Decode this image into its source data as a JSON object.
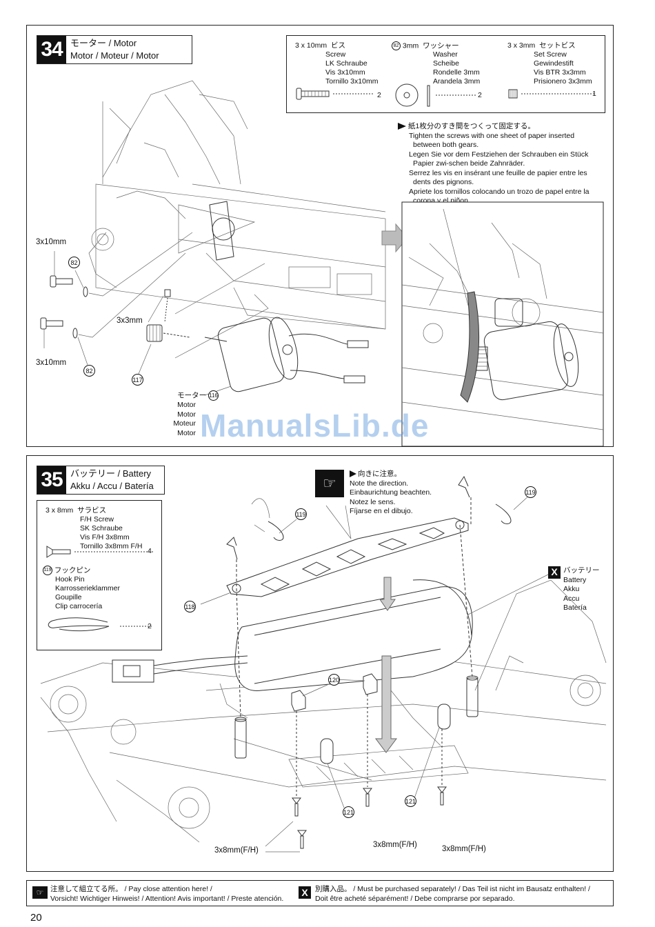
{
  "step34": {
    "number": "34",
    "title_jp": "モーター / Motor",
    "title_en": "Motor / Moteur / Motor",
    "parts": [
      {
        "size": "3 x 10mm",
        "jp": "ビス",
        "names": [
          "Screw",
          "LK Schraube",
          "Vis 3x10mm",
          "Tornillo 3x10mm"
        ],
        "qty": "2"
      },
      {
        "ref": "82",
        "size": "3mm",
        "jp": "ワッシャー",
        "names": [
          "Washer",
          "Scheibe",
          "Rondelle 3mm",
          "Arandela 3mm"
        ],
        "qty": "2"
      },
      {
        "size": "3 x 3mm",
        "jp": "セットビス",
        "names": [
          "Set Screw",
          "Gewindestift",
          "Vis BTR 3x3mm",
          "Prisionero 3x3mm"
        ],
        "qty": "1"
      }
    ],
    "note": [
      "紙1枚分のすき間をつくって固定する。",
      "Tighten the screws with one sheet of paper inserted",
      "between both gears.",
      "Legen Sie vor dem Festziehen der Schrauben ein Stück",
      "Papier zwi-schen beide Zahnräder.",
      "Serrez les vis en insérant une feuille de papier entre les",
      "dents des pignons.",
      "Apriete los tornillos colocando un trozo de papel entre la",
      "corona y el piñon."
    ],
    "labels": {
      "screw_top": "3x10mm",
      "screw_bottom": "3x10mm",
      "setscrew": "3x3mm",
      "washer_ref": "82",
      "pinion_ref": "117",
      "motor_ref": "116",
      "motor_jp": "モーター",
      "motor_names": [
        "Motor",
        "Motor",
        "Moteur",
        "Motor"
      ]
    }
  },
  "step35": {
    "number": "35",
    "title_jp": "バッテリー / Battery",
    "title_en": "Akku / Accu / Batería",
    "parts": [
      {
        "size": "3 x 8mm",
        "jp": "サラビス",
        "names": [
          "F/H Screw",
          "SK Schraube",
          "Vis F/H 3x8mm",
          "Tornillo 3x8mm F/H"
        ],
        "qty": "4"
      },
      {
        "ref": "119",
        "jp": "フックピン",
        "names": [
          "Hook Pin",
          "Karrosserieklammer",
          "Goupille",
          "Clip carrocería"
        ],
        "qty": "2"
      }
    ],
    "direction_note": [
      "向きに注意。",
      "Note the direction.",
      "Einbaurichtung beachten.",
      "Notez le sens.",
      "Fíjarse en el dibujo."
    ],
    "battery_note": [
      "バッテリー",
      "Battery",
      "Akku",
      "Accu",
      "Batería"
    ],
    "labels": {
      "hookpin_ref": "119",
      "holder_ref": "118",
      "post_ref": "120",
      "foam_ref": "121",
      "screw1": "3x8mm(F/H)",
      "screw2": "3x8mm(F/H)",
      "screw3": "3x8mm(F/H)"
    }
  },
  "watermark": "ManualsLib.de",
  "footer": {
    "left_line1": "注意して組立てる所。 /  Pay close attention here! /",
    "left_line2": "Vorsicht!  Wichtiger Hinweis! / Attention! Avis important! / Preste atención.",
    "right_line1": "別購入品。 /  Must be purchased separately! / Das Teil ist nicht im Bausatz enthalten! /",
    "right_line2": "Doit être acheté séparément! / Debe comprarse por separado."
  },
  "page_number": "20"
}
